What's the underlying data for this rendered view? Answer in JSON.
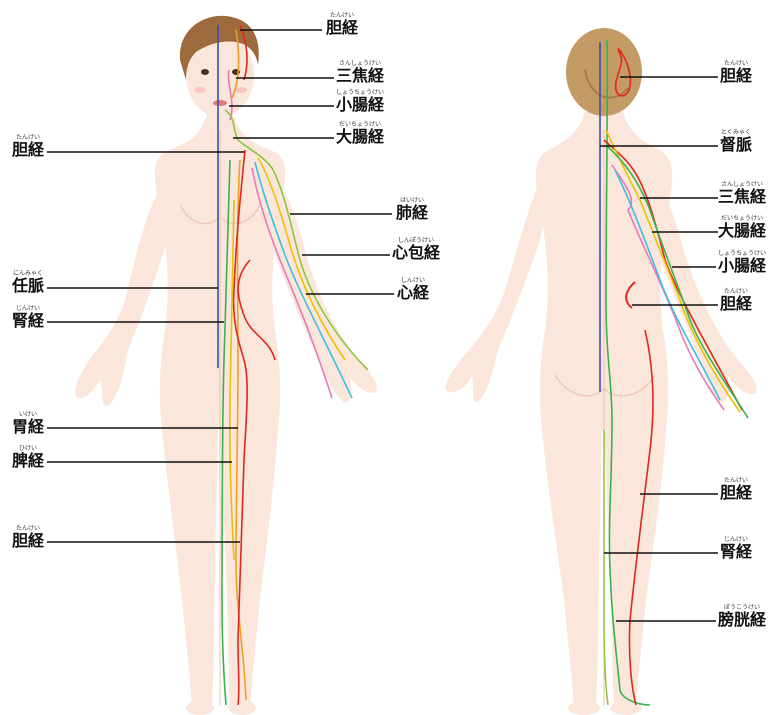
{
  "colors": {
    "skin": "#fbe6dc",
    "skin_shade": "#f3cfc0",
    "hair": "#9c6a3c",
    "hair_back": "#c49a65",
    "leader_line": "#111111",
    "ren_mai_blue": "#3b4fb5",
    "gallbladder_red": "#e0281e",
    "stomach_orange": "#f0a020",
    "spleen_yellow": "#e6c200",
    "kidney_green": "#37b34a",
    "lung_yellowgreen": "#8cc63f",
    "pericardium_cyan": "#3cbfe0",
    "heart_pink": "#ec77b8",
    "large_intestine_green": "#39b54a"
  },
  "front_labels": [
    {
      "kanji": "胆経",
      "ruby": "たんけい"
    },
    {
      "kanji": "三焦経",
      "ruby": "さんしょうけい"
    },
    {
      "kanji": "小腸経",
      "ruby": "しょうちょうけい"
    },
    {
      "kanji": "大腸経",
      "ruby": "だいちょうけい"
    },
    {
      "kanji": "胆経",
      "ruby": "たんけい"
    },
    {
      "kanji": "肺経",
      "ruby": "はいけい"
    },
    {
      "kanji": "心包経",
      "ruby": "しんぽうけい"
    },
    {
      "kanji": "心経",
      "ruby": "しんけい"
    },
    {
      "kanji": "任脈",
      "ruby": "にんみゃく"
    },
    {
      "kanji": "腎経",
      "ruby": "じんけい"
    },
    {
      "kanji": "胃経",
      "ruby": "いけい"
    },
    {
      "kanji": "脾経",
      "ruby": "ひけい"
    },
    {
      "kanji": "胆経",
      "ruby": "たんけい"
    }
  ],
  "back_labels": [
    {
      "kanji": "胆経",
      "ruby": "たんけい"
    },
    {
      "kanji": "督脈",
      "ruby": "とくみゃく"
    },
    {
      "kanji": "三焦経",
      "ruby": "さんしょうけい"
    },
    {
      "kanji": "大腸経",
      "ruby": "だいちょうけい"
    },
    {
      "kanji": "小腸経",
      "ruby": "しょうちょうけい"
    },
    {
      "kanji": "胆経",
      "ruby": "たんけい"
    },
    {
      "kanji": "胆経",
      "ruby": "たんけい"
    },
    {
      "kanji": "腎経",
      "ruby": "じんけい"
    },
    {
      "kanji": "膀胱経",
      "ruby": "ぼうこうけい"
    }
  ]
}
